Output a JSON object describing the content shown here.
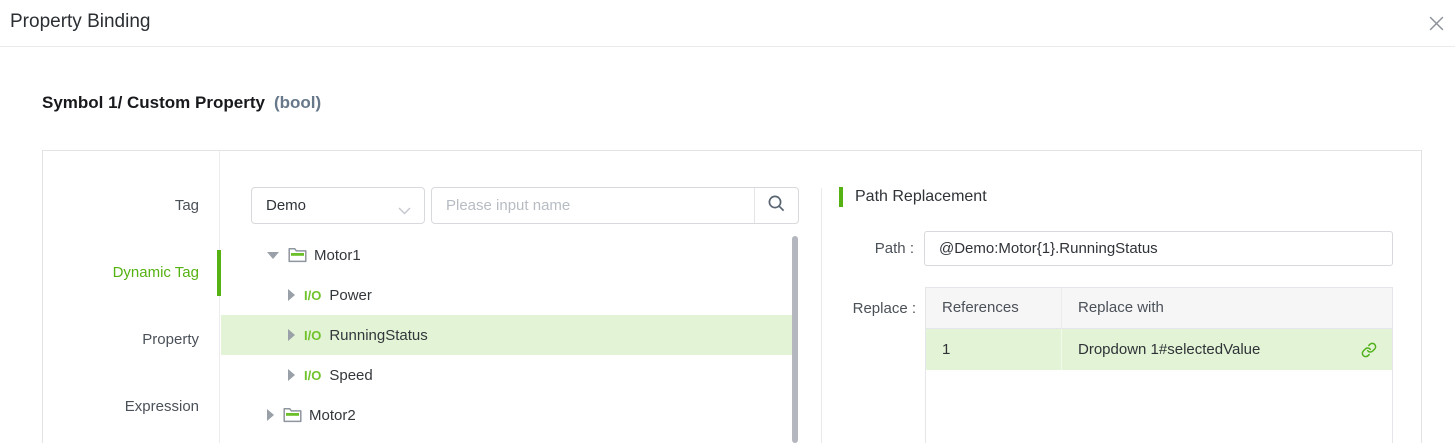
{
  "window": {
    "title": "Property Binding",
    "close_icon": "x-close"
  },
  "binding_target": {
    "name": "Symbol 1/ Custom Property",
    "type": "(bool)"
  },
  "sidebar": {
    "tabs": [
      {
        "label": "Tag",
        "active": false
      },
      {
        "label": "Dynamic Tag",
        "active": true
      },
      {
        "label": "Property",
        "active": false
      },
      {
        "label": "Expression",
        "active": false
      }
    ]
  },
  "tag_browser": {
    "source_dropdown": {
      "value": "Demo",
      "icon": "chevron-down-icon"
    },
    "search_input": {
      "placeholder": "Please input name",
      "icon": "search-icon"
    },
    "io_badge": "I/O",
    "tree": [
      {
        "label": "Motor1",
        "kind": "folder",
        "state": "expanded",
        "selected": false
      },
      {
        "label": "Power",
        "kind": "io-tag",
        "state": "collapsed",
        "selected": false
      },
      {
        "label": "RunningStatus",
        "kind": "io-tag",
        "state": "collapsed",
        "selected": true
      },
      {
        "label": "Speed",
        "kind": "io-tag",
        "state": "collapsed",
        "selected": false
      },
      {
        "label": "Motor2",
        "kind": "folder",
        "state": "collapsed",
        "selected": false
      }
    ]
  },
  "path_replacement": {
    "title": "Path Replacement",
    "path": {
      "label": "Path :",
      "value": "@Demo:Motor{1}.RunningStatus"
    },
    "replace": {
      "label": "Replace :",
      "headers": [
        "References",
        "Replace with"
      ],
      "rows": [
        {
          "reference": "1",
          "replace_with": "Dropdown 1#selectedValue",
          "icon": "link-icon"
        }
      ]
    }
  },
  "colors": {
    "accent_green": "#55b212",
    "io_icon_green": "#71c32d",
    "row_highlight_green": "#e3f3d5",
    "table_header_bg": "#f6f6f7",
    "border_gray": "#d7d9dd"
  }
}
